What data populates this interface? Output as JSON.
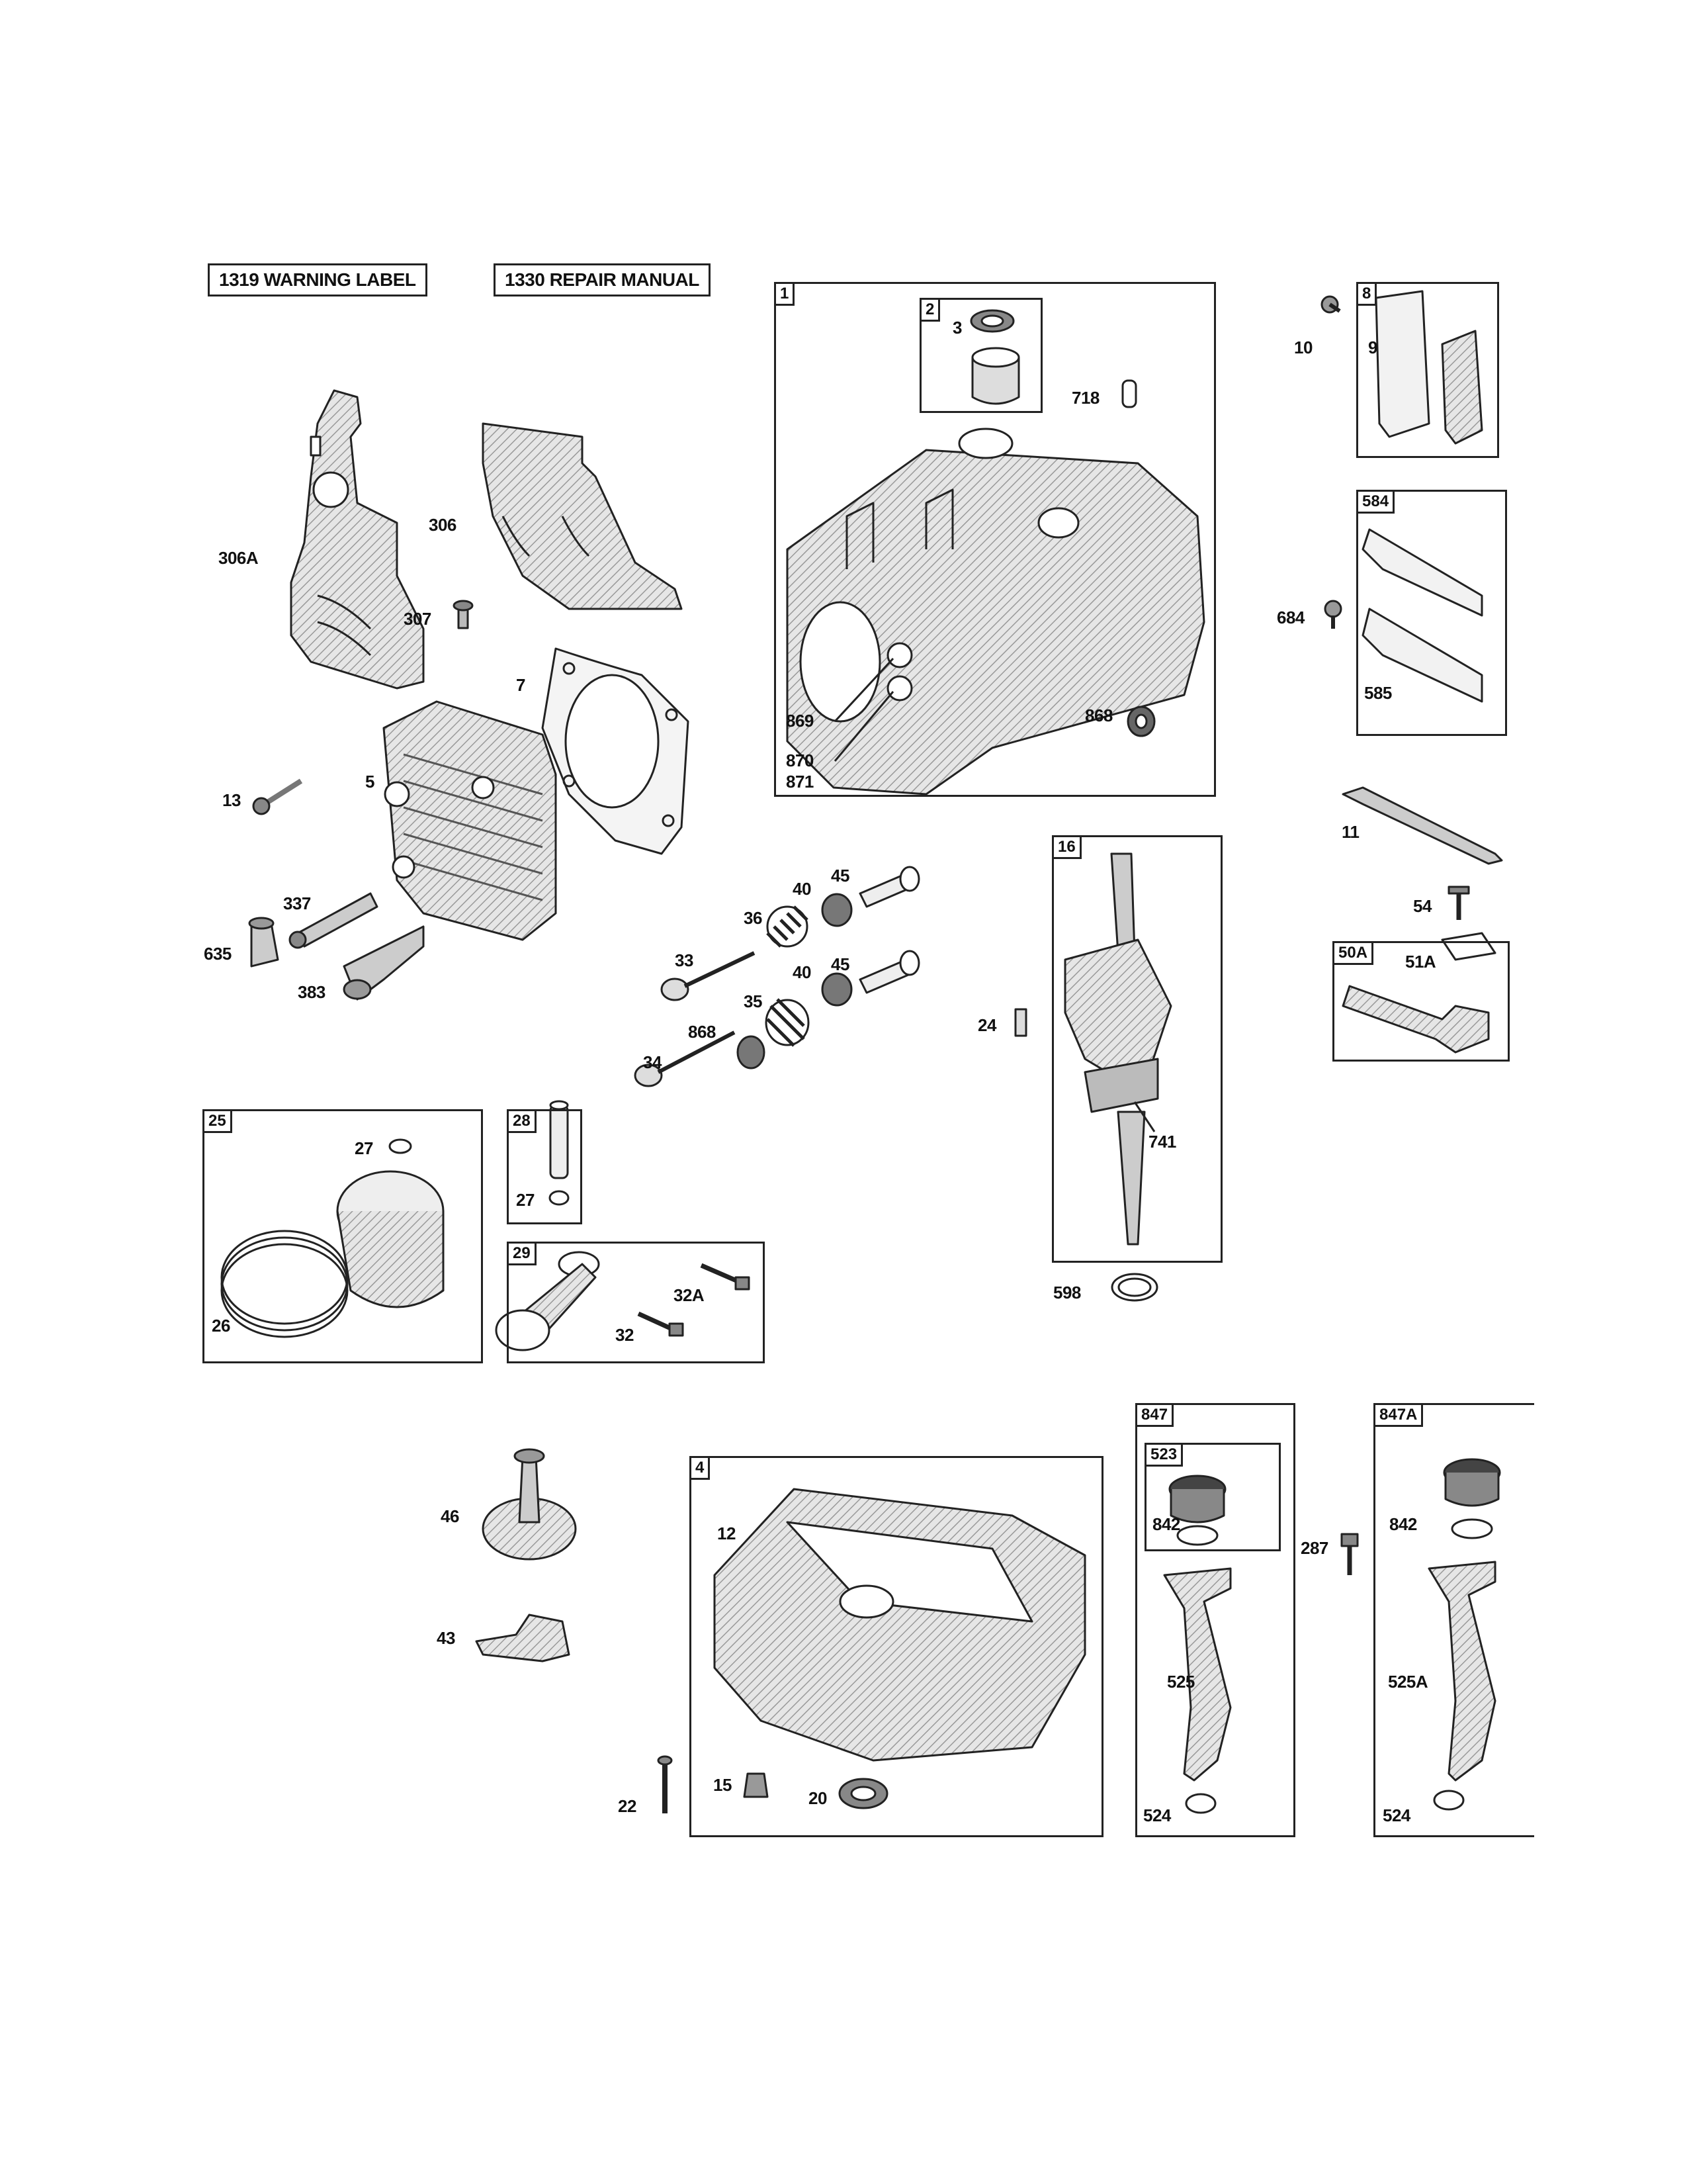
{
  "header_boxes": [
    "1319 WARNING LABEL",
    "1330 REPAIR MANUAL"
  ],
  "kits": {
    "k1": "1",
    "k2": "2",
    "k8": "8",
    "k584": "584",
    "k16": "16",
    "k50A": "50A",
    "k25": "25",
    "k28": "28",
    "k29": "29",
    "k4": "4",
    "k847": "847",
    "k523": "523",
    "k847A": "847A"
  },
  "labels": {
    "l306A": "306A",
    "l306": "306",
    "l307": "307",
    "l7": "7",
    "l5": "5",
    "l13": "13",
    "l337": "337",
    "l635": "635",
    "l383": "383",
    "l3": "3",
    "l718": "718",
    "l869": "869",
    "l870": "870",
    "l871": "871",
    "l868a": "868",
    "l10": "10",
    "l9": "9",
    "l684": "684",
    "l585": "585",
    "l11": "11",
    "l54": "54",
    "l51A": "51A",
    "l40a": "40",
    "l45a": "45",
    "l36": "36",
    "l33": "33",
    "l40b": "40",
    "l45b": "45",
    "l35": "35",
    "l868b": "868",
    "l34": "34",
    "l24": "24",
    "l741": "741",
    "l598": "598",
    "l27a": "27",
    "l26": "26",
    "l27b": "27",
    "l32A": "32A",
    "l32": "32",
    "l46": "46",
    "l43": "43",
    "l12": "12",
    "l22": "22",
    "l15": "15",
    "l20": "20",
    "l842a": "842",
    "l525": "525",
    "l524a": "524",
    "l287": "287",
    "l842b": "842",
    "l525A": "525A",
    "l524b": "524"
  },
  "colors": {
    "line": "#222222",
    "shade": "#9a9a9a",
    "light": "#d4d4d4",
    "background": "#ffffff"
  }
}
